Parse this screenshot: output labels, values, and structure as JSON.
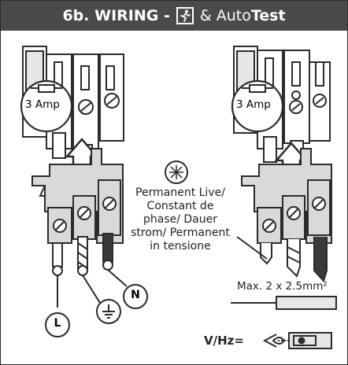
{
  "header": {
    "title_prefix": "6b. WIRING - ",
    "title_middle": " & Auto",
    "title_suffix": "Test",
    "icon": "running-person-icon"
  },
  "labels": {
    "fuse_left": "3 Amp",
    "fuse_right": "3 Amp",
    "terminal_live": "L",
    "terminal_neutral": "N",
    "earth_symbol": "earth-icon",
    "live_note": "Permanent Live/ Constant de phase/ Dauer strom/ Permanent in tensione",
    "max_wire": "Max. 2 x 2.5mm²",
    "vhz": "V/Hz="
  },
  "colors": {
    "header_bg": "#4a4a4a",
    "line": "#2b2b2b",
    "terminal_fill": "#d9d9d9",
    "wire_dark": "#3a3a3a"
  }
}
